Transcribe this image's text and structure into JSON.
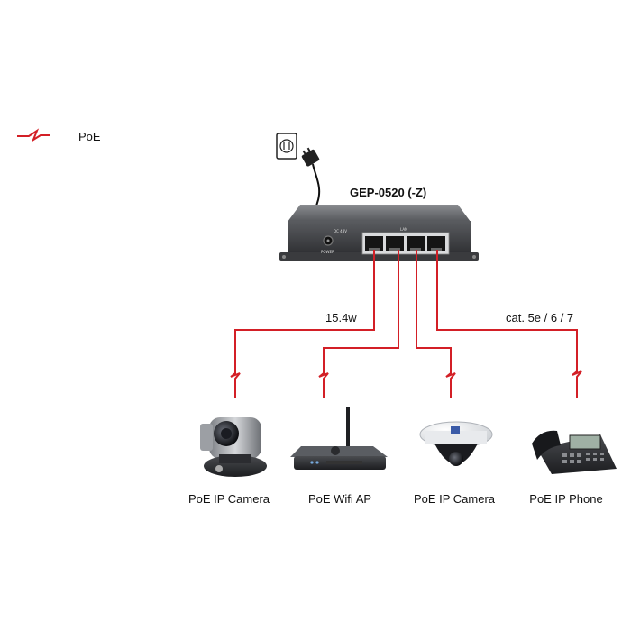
{
  "legend": {
    "label": "PoE",
    "icon": "poe-lightning-icon",
    "color": "#d31f26"
  },
  "switch": {
    "model": "GEP-0520 (-Z)",
    "lan_label": "LAN",
    "power_label": "POWER",
    "dc_label": "DC 48V"
  },
  "cables": {
    "power_label": "15.4w",
    "cable_label": "cat. 5e / 6 / 7",
    "color": "#d31f26"
  },
  "devices": [
    {
      "label": "PoE IP Camera",
      "icon": "ptz-camera-icon"
    },
    {
      "label": "PoE Wifi AP",
      "icon": "wifi-access-point-icon"
    },
    {
      "label": "PoE IP Camera",
      "icon": "dome-camera-icon"
    },
    {
      "label": "PoE IP Phone",
      "icon": "ip-phone-icon"
    }
  ]
}
